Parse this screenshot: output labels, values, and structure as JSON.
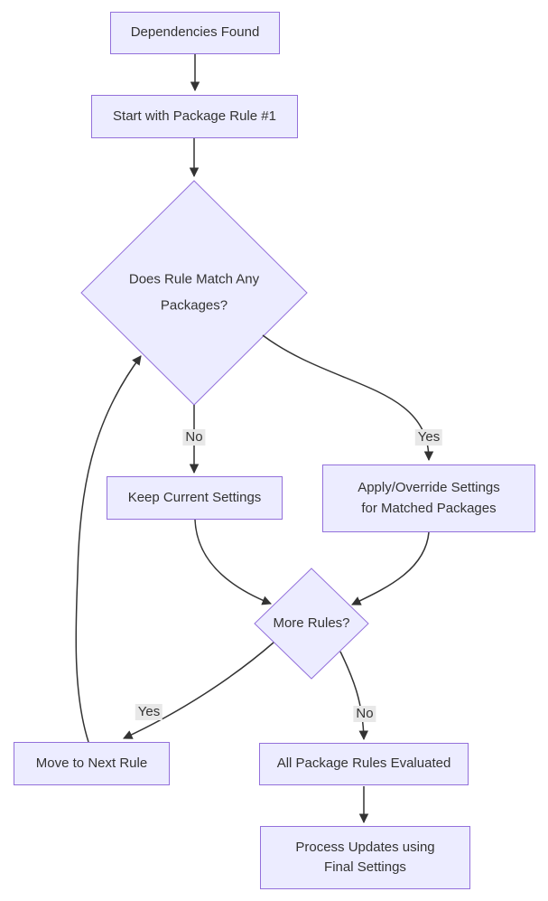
{
  "diagram": {
    "type": "flowchart",
    "colors": {
      "node_fill": "#ECECFF",
      "node_border": "#9370DB",
      "edge": "#333333",
      "edge_label_bg": "#e8e8e8",
      "text": "#333333",
      "background": "#ffffff"
    },
    "nodes": {
      "dependencies_found": {
        "label": "Dependencies Found",
        "shape": "rect"
      },
      "start_rule": {
        "label": "Start with Package Rule #1",
        "shape": "rect"
      },
      "rule_match": {
        "label": "Does Rule Match Any\nPackages?",
        "shape": "diamond"
      },
      "keep_current": {
        "label": "Keep Current Settings",
        "shape": "rect"
      },
      "apply_override": {
        "label": "Apply/Override Settings\nfor Matched Packages",
        "shape": "rect"
      },
      "more_rules": {
        "label": "More Rules?",
        "shape": "diamond"
      },
      "move_next": {
        "label": "Move to Next Rule",
        "shape": "rect"
      },
      "all_evaluated": {
        "label": "All Package Rules Evaluated",
        "shape": "rect"
      },
      "process_updates": {
        "label": "Process Updates using\nFinal Settings",
        "shape": "rect"
      }
    },
    "edge_labels": {
      "no_match": "No",
      "yes_match": "Yes",
      "yes_more": "Yes",
      "no_more": "No"
    },
    "edges": [
      {
        "from": "dependencies_found",
        "to": "start_rule",
        "label": ""
      },
      {
        "from": "start_rule",
        "to": "rule_match",
        "label": ""
      },
      {
        "from": "rule_match",
        "to": "keep_current",
        "label": "No"
      },
      {
        "from": "rule_match",
        "to": "apply_override",
        "label": "Yes"
      },
      {
        "from": "keep_current",
        "to": "more_rules",
        "label": ""
      },
      {
        "from": "apply_override",
        "to": "more_rules",
        "label": ""
      },
      {
        "from": "more_rules",
        "to": "move_next",
        "label": "Yes"
      },
      {
        "from": "more_rules",
        "to": "all_evaluated",
        "label": "No"
      },
      {
        "from": "move_next",
        "to": "rule_match",
        "label": ""
      },
      {
        "from": "all_evaluated",
        "to": "process_updates",
        "label": ""
      }
    ]
  }
}
